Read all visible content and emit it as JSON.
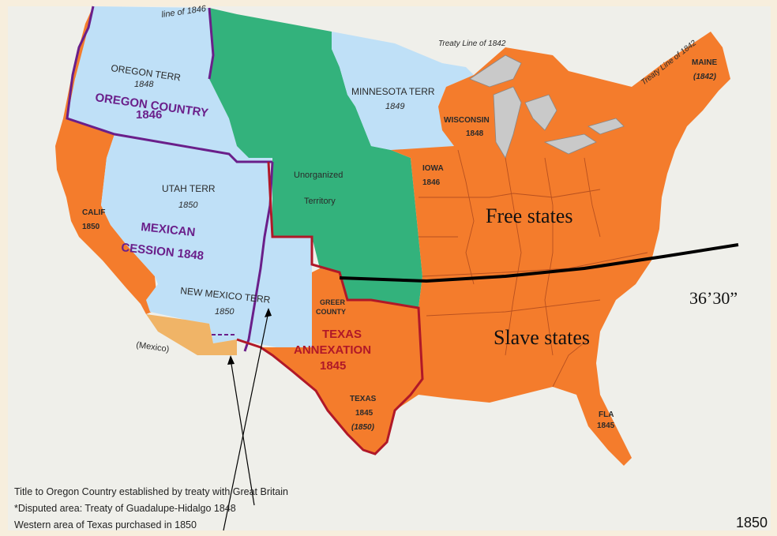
{
  "map": {
    "year": "1850",
    "colors": {
      "free_slave_states": "#f47c2c",
      "territories_blue": "#bfe0f7",
      "unorganized_green": "#33b27c",
      "mexico_tan": "#f0b467",
      "lakes": "#c9c9c9",
      "paper": "#efefea",
      "border_purple": "#6a1f8a",
      "border_red": "#b01828"
    },
    "labels": {
      "treaty_line_1846": "line of 1846",
      "treaty_line_1842": "Treaty Line of 1842",
      "treaty_line_1842_maine": "Treaty Line of 1842",
      "oregon_terr": "OREGON TERR",
      "oregon_terr_year": "1848",
      "oregon_country": "OREGON COUNTRY",
      "oregon_country_year": "1846",
      "minnesota_terr": "MINNESOTA TERR",
      "minnesota_terr_year": "1849",
      "wisconsin": "WISCONSIN",
      "wisconsin_year": "1848",
      "maine": "MAINE",
      "maine_year": "(1842)",
      "unorganized": "Unorganized",
      "territory": "Territory",
      "iowa": "IOWA",
      "iowa_year": "1846",
      "utah_terr": "UTAH TERR",
      "utah_terr_year": "1850",
      "calif": "CALIF",
      "calif_year": "1850",
      "mexican": "MEXICAN",
      "cession": "CESSION 1848",
      "new_mexico_terr": "NEW MEXICO TERR",
      "new_mexico_terr_year": "1850",
      "greer_county_1": "GREER",
      "greer_county_2": "COUNTY",
      "texas": "TEXAS",
      "annexation": "ANNEXATION",
      "annexation_year": "1845",
      "texas_state": "TEXAS",
      "texas_state_year": "1845",
      "texas_state_year2": "(1850)",
      "fla": "FLA",
      "fla_year": "1845",
      "mexico": "(Mexico)",
      "free_states": "Free states",
      "slave_states": "Slave states",
      "compromise_line": "36’30”"
    },
    "legend": [
      "Title to Oregon Country established by treaty with Great Britain",
      "*Disputed area:   Treaty of Guadalupe-Hidalgo 1848",
      "Western area of Texas purchased in 1850"
    ]
  }
}
